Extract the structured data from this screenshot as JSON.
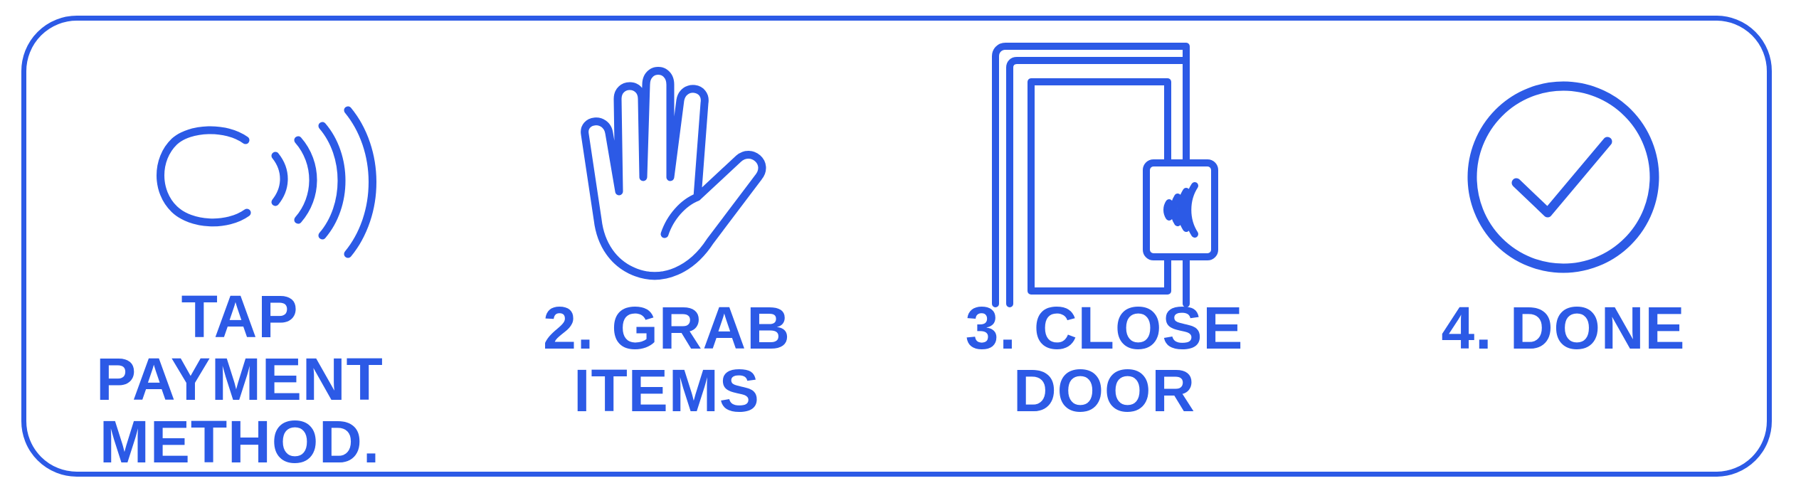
{
  "colors": {
    "accent": "#2c5ae6",
    "background": "#ffffff"
  },
  "steps": [
    {
      "icon": "contactless-payment-icon",
      "lines": [
        "TAP",
        "PAYMENT",
        "METHOD."
      ]
    },
    {
      "icon": "hand-icon",
      "lines": [
        "2. GRAB",
        "ITEMS"
      ]
    },
    {
      "icon": "door-with-card-reader-icon",
      "lines": [
        "3. CLOSE",
        "DOOR"
      ]
    },
    {
      "icon": "checkmark-circle-icon",
      "lines": [
        "4. DONE"
      ]
    }
  ]
}
